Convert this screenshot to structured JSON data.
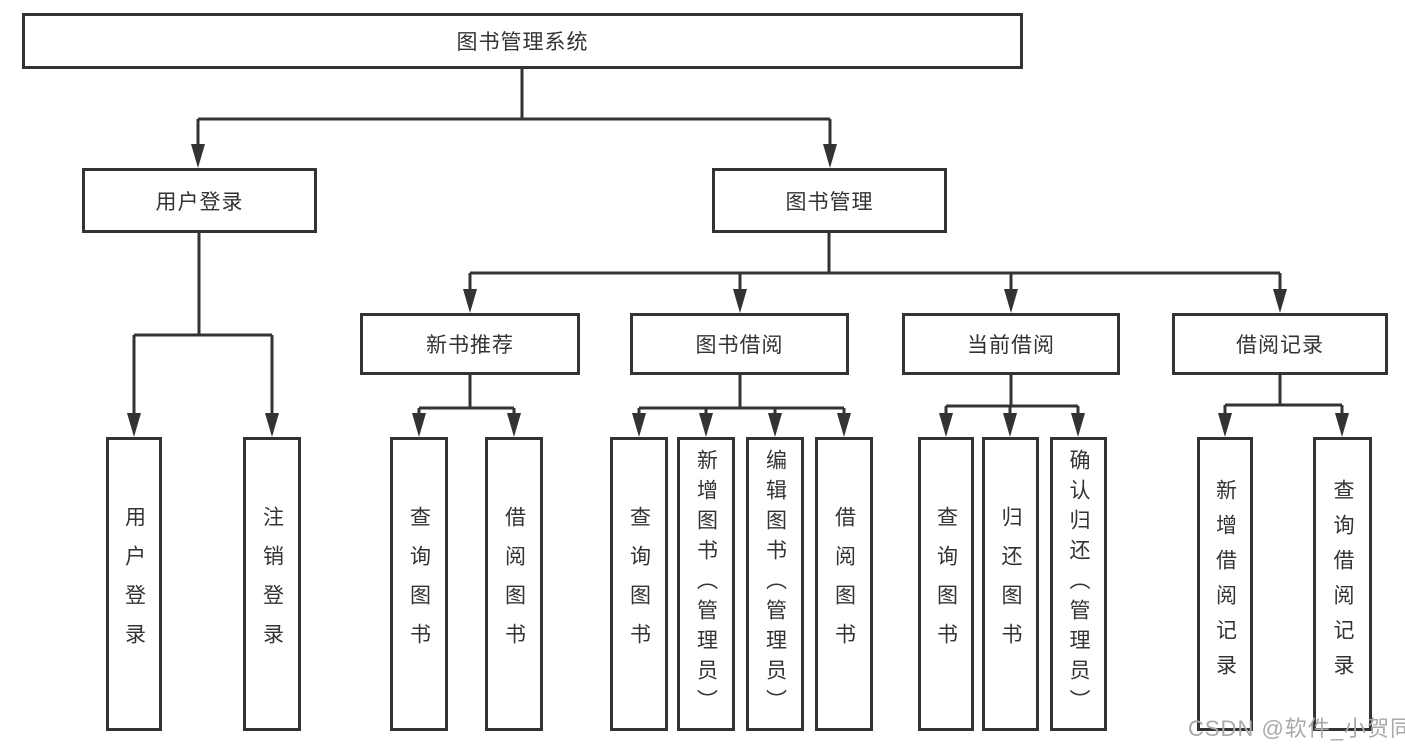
{
  "tree": {
    "root": {
      "label": "图书管理系统"
    },
    "children": [
      {
        "label": "用户登录",
        "children": [
          {
            "label": "用户登录"
          },
          {
            "label": "注销登录"
          }
        ]
      },
      {
        "label": "图书管理",
        "children": [
          {
            "label": "新书推荐",
            "children": [
              {
                "label": "查询图书"
              },
              {
                "label": "借阅图书"
              }
            ]
          },
          {
            "label": "图书借阅",
            "children": [
              {
                "label": "查询图书"
              },
              {
                "label": "新增图书（管理员）"
              },
              {
                "label": "编辑图书（管理员）"
              },
              {
                "label": "借阅图书"
              }
            ]
          },
          {
            "label": "当前借阅",
            "children": [
              {
                "label": "查询图书"
              },
              {
                "label": "归还图书"
              },
              {
                "label": "确认归还（管理员）"
              }
            ]
          },
          {
            "label": "借阅记录",
            "children": [
              {
                "label": "新增借阅记录"
              },
              {
                "label": "查询借阅记录"
              }
            ]
          }
        ]
      }
    ]
  },
  "watermark": {
    "text": "CSDN @软件_小贺同学"
  },
  "colors": {
    "line": "#333333",
    "text": "#333333",
    "background": "#ffffff",
    "watermark": "#a9a9a9"
  }
}
